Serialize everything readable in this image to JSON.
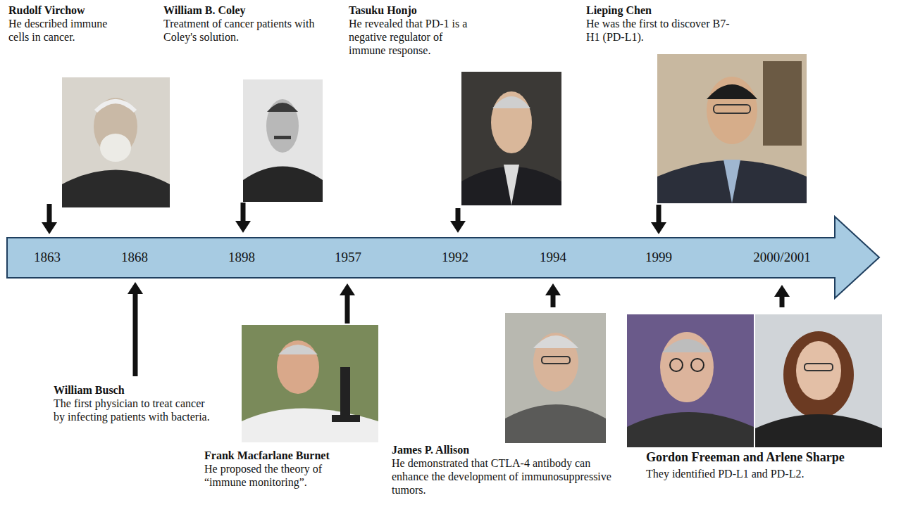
{
  "diagram": {
    "nodes": [
      {
        "text": [
          "1863",
          "1868",
          "1898",
          "1957",
          "1992",
          "1994",
          "1999",
          "2000/2001"
        ]
      }
    ],
    "labels": [
      "Rudolf Virchow",
      "He described immune cells in cancer.",
      "William B. Coley",
      "Treatment of cancer patients with Coley's solution.",
      "Tasuku Honjo",
      "He revealed that PD-1 is a negative regulator of immune response.",
      "Lieping Chen",
      "He was the first to discover B7-H1 (PD-L1).",
      "William Busch",
      "The first physician to treat cancer by infecting patients with bacteria.",
      "Frank Macfarlane Burnet",
      "He proposed the theory of “immune monitoring”.",
      "James P. Allison",
      "He demonstrated that CTLA-4 antibody can enhance the development of immunosuppressive tumors.",
      "Gordon Freeman and Arlene Sharpe",
      "They identified PD-L1 and PD-L2."
    ]
  }
}
